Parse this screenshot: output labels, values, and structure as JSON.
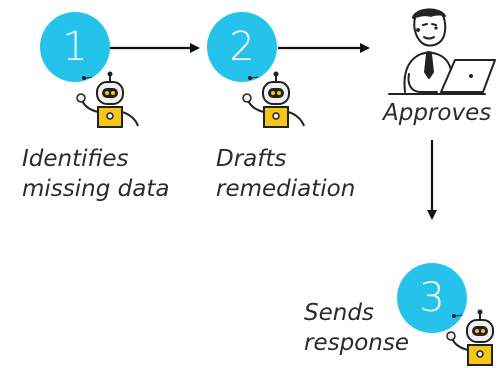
{
  "colors": {
    "badge": "#25c3ec",
    "arrow": "#111111",
    "robot_body": "#f5c518",
    "robot_head": "#f0f0f0"
  },
  "steps": [
    {
      "number": "1",
      "label_lines": [
        "Identifies",
        "missing data"
      ]
    },
    {
      "number": "2",
      "label_lines": [
        "Drafts",
        "remediation"
      ]
    },
    {
      "number": "3",
      "label_lines": [
        "Sends",
        "response"
      ]
    }
  ],
  "human": {
    "label": "Approves",
    "icon": "person-at-laptop-icon"
  },
  "robot": {
    "icon": "robot-icon"
  }
}
